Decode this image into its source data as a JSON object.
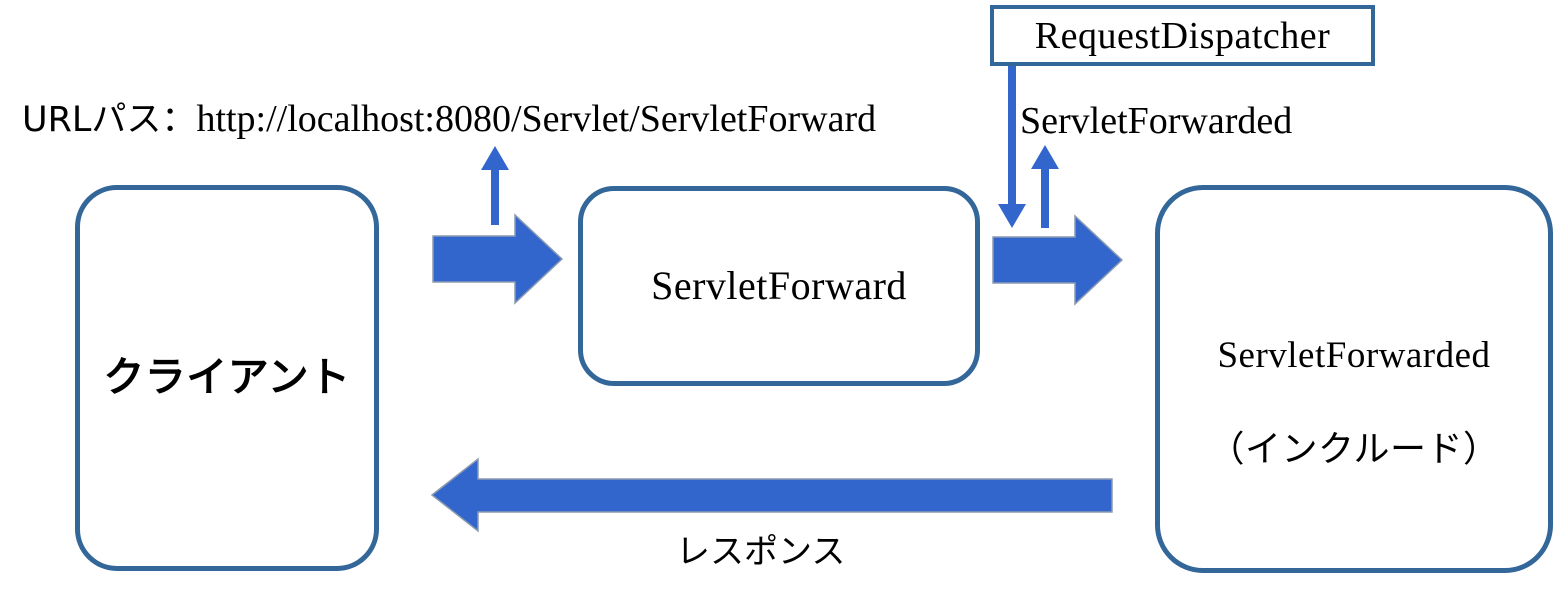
{
  "diagram": {
    "title": "Servlet Forward / Include flow",
    "colors": {
      "box_border": "#336699",
      "arrow_fill": "#3366CC",
      "background": "#FFFFFF",
      "text": "#000000"
    },
    "nodes": [
      {
        "id": "client",
        "label": "クライアント"
      },
      {
        "id": "forward",
        "label": "ServletForward"
      },
      {
        "id": "forwarded",
        "label_line1": "ServletForwarded",
        "label_line2": "（インクルード）"
      },
      {
        "id": "dispatcher",
        "label": "RequestDispatcher"
      }
    ],
    "labels": {
      "url_prefix": "URLパス：",
      "url_value": "http://localhost:8080/Servlet/ServletForward",
      "servlet_forwarded": "ServletForwarded",
      "response": "レスポンス"
    },
    "arrows": [
      {
        "id": "request-client-to-forward",
        "style": "block",
        "direction": "right"
      },
      {
        "id": "forward-to-forwarded",
        "style": "block",
        "direction": "right"
      },
      {
        "id": "response-to-client",
        "style": "block",
        "direction": "left",
        "label": "レスポンス"
      },
      {
        "id": "url-pointer",
        "style": "thin",
        "direction": "up"
      },
      {
        "id": "dispatcher-down",
        "style": "thin",
        "direction": "down"
      },
      {
        "id": "forwarded-name-up",
        "style": "thin",
        "direction": "up"
      }
    ]
  }
}
